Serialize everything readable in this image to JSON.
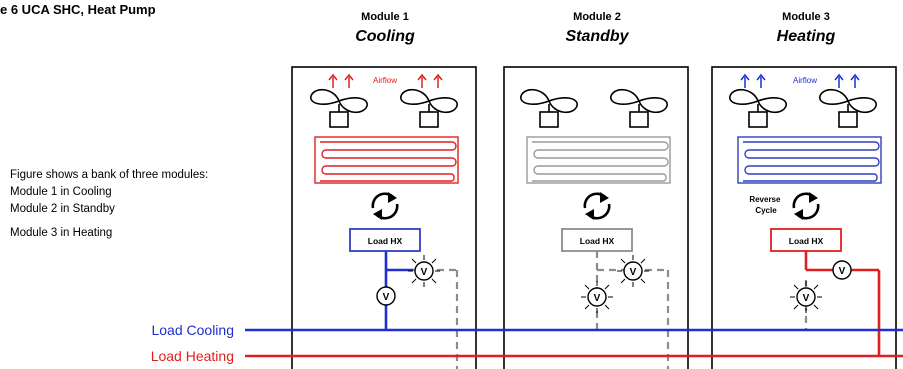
{
  "title": "e 6 UCA SHC, Heat Pump",
  "description_lines": [
    "Figure shows a bank of three modules:",
    "Module 1 in Cooling",
    "Module 2 in Standby",
    "Module 3 in Heating"
  ],
  "modules": [
    {
      "number_label": "Module 1",
      "mode_label": "Cooling",
      "color": "#e02020",
      "airflow_label": "Airflow",
      "airflow_color": "#e02020",
      "hx_label": "Load HX",
      "hx_color": "#2f3fc0",
      "reverse_label": ""
    },
    {
      "number_label": "Module 2",
      "mode_label": "Standby",
      "color": "#9a9a9a",
      "airflow_label": "",
      "airflow_color": "",
      "hx_label": "Load HX",
      "hx_color": "#8c8c8c",
      "reverse_label": ""
    },
    {
      "number_label": "Module 3",
      "mode_label": "Heating",
      "color": "#2f3fc0",
      "airflow_label": "Airflow",
      "airflow_color": "#1f2fd0",
      "hx_label": "Load HX",
      "hx_color": "#e02020",
      "reverse_label": "Reverse Cycle"
    }
  ],
  "valve_label": "V",
  "load_lines": [
    {
      "label": "Load Cooling",
      "color": "#1f2fd0"
    },
    {
      "label": "Load Heating",
      "color": "#e02020"
    }
  ]
}
